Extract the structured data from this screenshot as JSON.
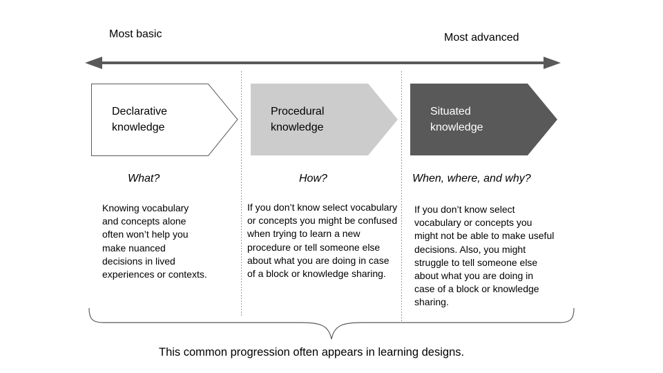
{
  "axis": {
    "left_label": "Most basic",
    "right_label": "Most advanced",
    "line_color": "#595959"
  },
  "stages": [
    {
      "title_line1": "Declarative",
      "title_line2": "knowledge",
      "fill": "#ffffff",
      "stroke": "#595959",
      "text_color": "#000000",
      "question": "What?",
      "description": "Knowing vocabulary and concepts alone often won’t help you make nuanced decisions in lived experiences or contexts."
    },
    {
      "title_line1": "Procedural",
      "title_line2": "knowledge",
      "fill": "#cccccc",
      "stroke": "none",
      "text_color": "#000000",
      "question": "How?",
      "description": "If you don’t know select vocabulary or concepts you might be confused when trying to learn a new procedure or tell someone else about what you are doing in case of a block or knowledge sharing."
    },
    {
      "title_line1": "Situated",
      "title_line2": "knowledge",
      "fill": "#595959",
      "stroke": "none",
      "text_color": "#ffffff",
      "question": "When, where, and why?",
      "description": "If you don’t know select vocabulary or concepts you might not be able to make useful decisions. Also, you might struggle to tell someone else about what you are doing in case of a block or knowledge sharing."
    }
  ],
  "caption": "This common progression often appears in learning designs."
}
